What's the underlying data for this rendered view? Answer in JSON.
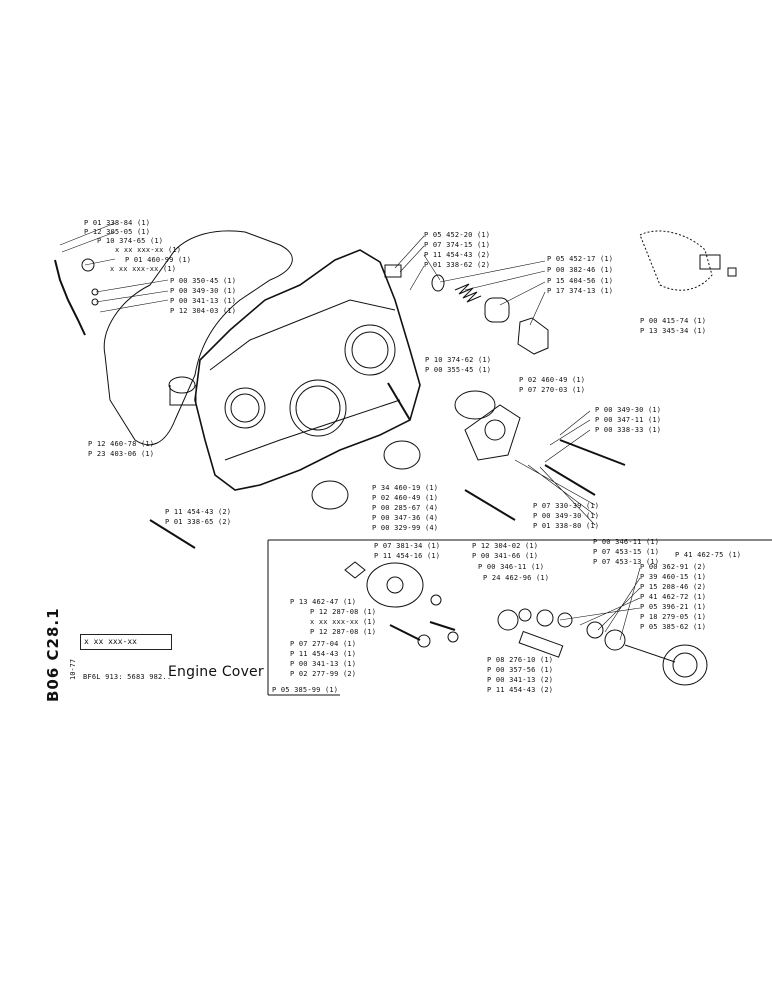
{
  "catalog": {
    "code": "B06 C28.1",
    "date": "10-77",
    "placeholder_code": "x xx xxx-xx",
    "model": "BF6L 913: 5683 982..",
    "title": "Engine Cover"
  },
  "labels": {
    "l01": "P 01 338-84 (1)",
    "l02": "P 12 305-05 (1)",
    "l03": "P 10 374-65 (1)",
    "l04": "x xx xxx-xx (1)",
    "l05": "P 01 460-99 (1)",
    "l06": "x xx xxx-xx (1)",
    "l07": "P 00 350-45 (1)",
    "l08": "P 00 349-30 (1)",
    "l09": "P 00 341-13 (1)",
    "l10": "P 12 304-03 (1)",
    "l11": "P 05 452-20 (1)",
    "l12": "P 07 374-15 (1)",
    "l13": "P 11 454-43 (2)",
    "l14": "P 01 338-62 (2)",
    "l15": "P 05 452-17 (1)",
    "l16": "P 00 382-46 (1)",
    "l17": "P 15 404-56 (1)",
    "l18": "P 17 374-13 (1)",
    "l19": "P 00 415-74 (1)",
    "l20": "P 13 345-34 (1)",
    "l21": "P 10 374-62 (1)",
    "l22": "P 00 355-45 (1)",
    "l23": "P 02 460-49 (1)",
    "l24": "P 07 270-03 (1)",
    "l25": "P 00 349-30 (1)",
    "l26": "P 00 347-11 (1)",
    "l27": "P 00 338-33 (1)",
    "l28": "P 12 460-78 (1)",
    "l29": "P 23 403-06 (1)",
    "l30": "P 34 460-19 (1)",
    "l31": "P 02 460-49 (1)",
    "l32": "P 00 285-67 (4)",
    "l33": "P 00 347-36 (4)",
    "l34": "P 00 329-99 (4)",
    "l35": "P 07 330-39 (1)",
    "l36": "P 00 349-30 (1)",
    "l37": "P 01 338-80 (1)",
    "l38": "P 11 454-43 (2)",
    "l39": "P 01 338-65 (2)",
    "l40": "P 07 381-34 (1)",
    "l41": "P 11 454-16 (1)",
    "l42": "P 13 462-47 (1)",
    "l43": "P 12 287-08 (1)",
    "l44": "x xx xxx-xx (1)",
    "l45": "P 12 287-08 (1)",
    "l46": "P 07 277-04 (1)",
    "l47": "P 11 454-43 (1)",
    "l48": "P 00 341-13 (1)",
    "l49": "P 02 277-99 (2)",
    "l50": "P 12 304-02 (1)",
    "l51": "P 00 341-66 (1)",
    "l52": "P 00 346-11 (1)",
    "l53": "P 24 462-96 (1)",
    "l54": "P 08 276-10 (1)",
    "l55": "P 00 357-56 (1)",
    "l56": "P 00 341-13 (2)",
    "l57": "P 11 454-43 (2)",
    "l58": "P 00 346-11 (1)",
    "l59": "P 07 453-15 (1)",
    "l60": "P 07 453-13 (1)",
    "l61": "P 41 462-75 (1)",
    "l62": "P 00 362-91 (2)",
    "l63": "P 39 460-15 (1)",
    "l64": "P 15 208-46 (2)",
    "l65": "P 41 462-72 (1)",
    "l66": "P 05 396-21 (1)",
    "l67": "P 18 279-05 (1)",
    "l68": "P 05 385-62 (1)",
    "l69": "P 05 385-99 (1)"
  }
}
